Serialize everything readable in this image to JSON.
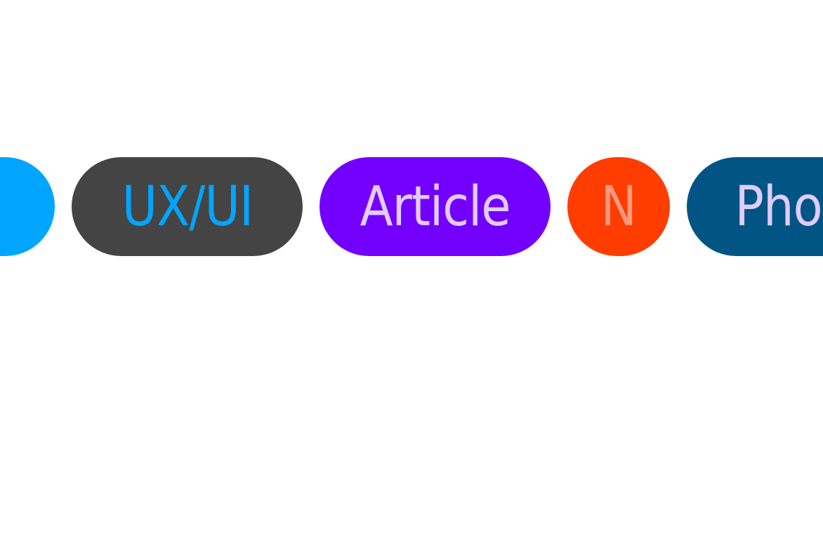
{
  "tags": [
    {
      "label": "",
      "bg": "#00A5FF",
      "fg": "#00A5FF"
    },
    {
      "label": "UX/UI",
      "bg": "#444444",
      "fg": "#00A5FF"
    },
    {
      "label": "Article",
      "bg": "#7300FF",
      "fg": "#E1CCFF"
    },
    {
      "label": "N",
      "bg": "#FF3D00",
      "fg": "#FF9A80"
    },
    {
      "label": "Pho",
      "bg": "#005585",
      "fg": "#E1CCFF"
    }
  ]
}
